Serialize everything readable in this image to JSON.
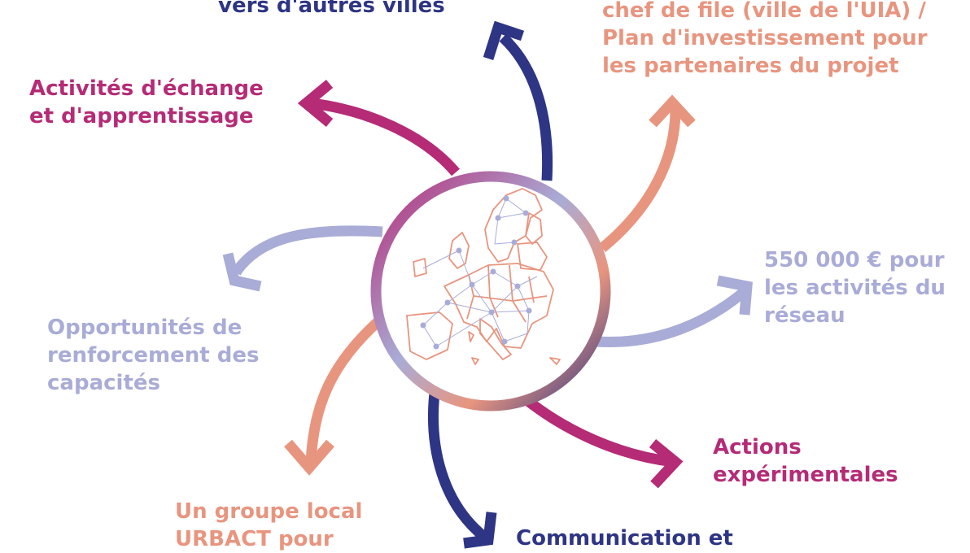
{
  "colors": {
    "navy": "#2e3584",
    "magenta": "#b52b76",
    "salmon": "#e8957f",
    "lavender": "#a9acd6",
    "map_outline": "#e8957f",
    "map_network": "#a9acd6"
  },
  "labels": {
    "top_center": [
      "vers d'autres villes"
    ],
    "top_right": [
      "chef de file (ville de l'UIA) /",
      "Plan d'investissement pour",
      "les partenaires du projet"
    ],
    "upper_left": [
      "Activités d'échange",
      "et d'apprentissage"
    ],
    "right": [
      "550 000 € pour",
      "les activités du",
      "réseau"
    ],
    "left": [
      "Opportunités de",
      "renforcement des",
      "capacités"
    ],
    "lower_right": [
      "Actions",
      "expérimentales"
    ],
    "bottom_left": [
      "Un groupe local",
      "URBACT pour"
    ],
    "bottom_center": [
      "Communication et"
    ]
  },
  "center": {
    "icon": "europe-network-map-icon"
  }
}
